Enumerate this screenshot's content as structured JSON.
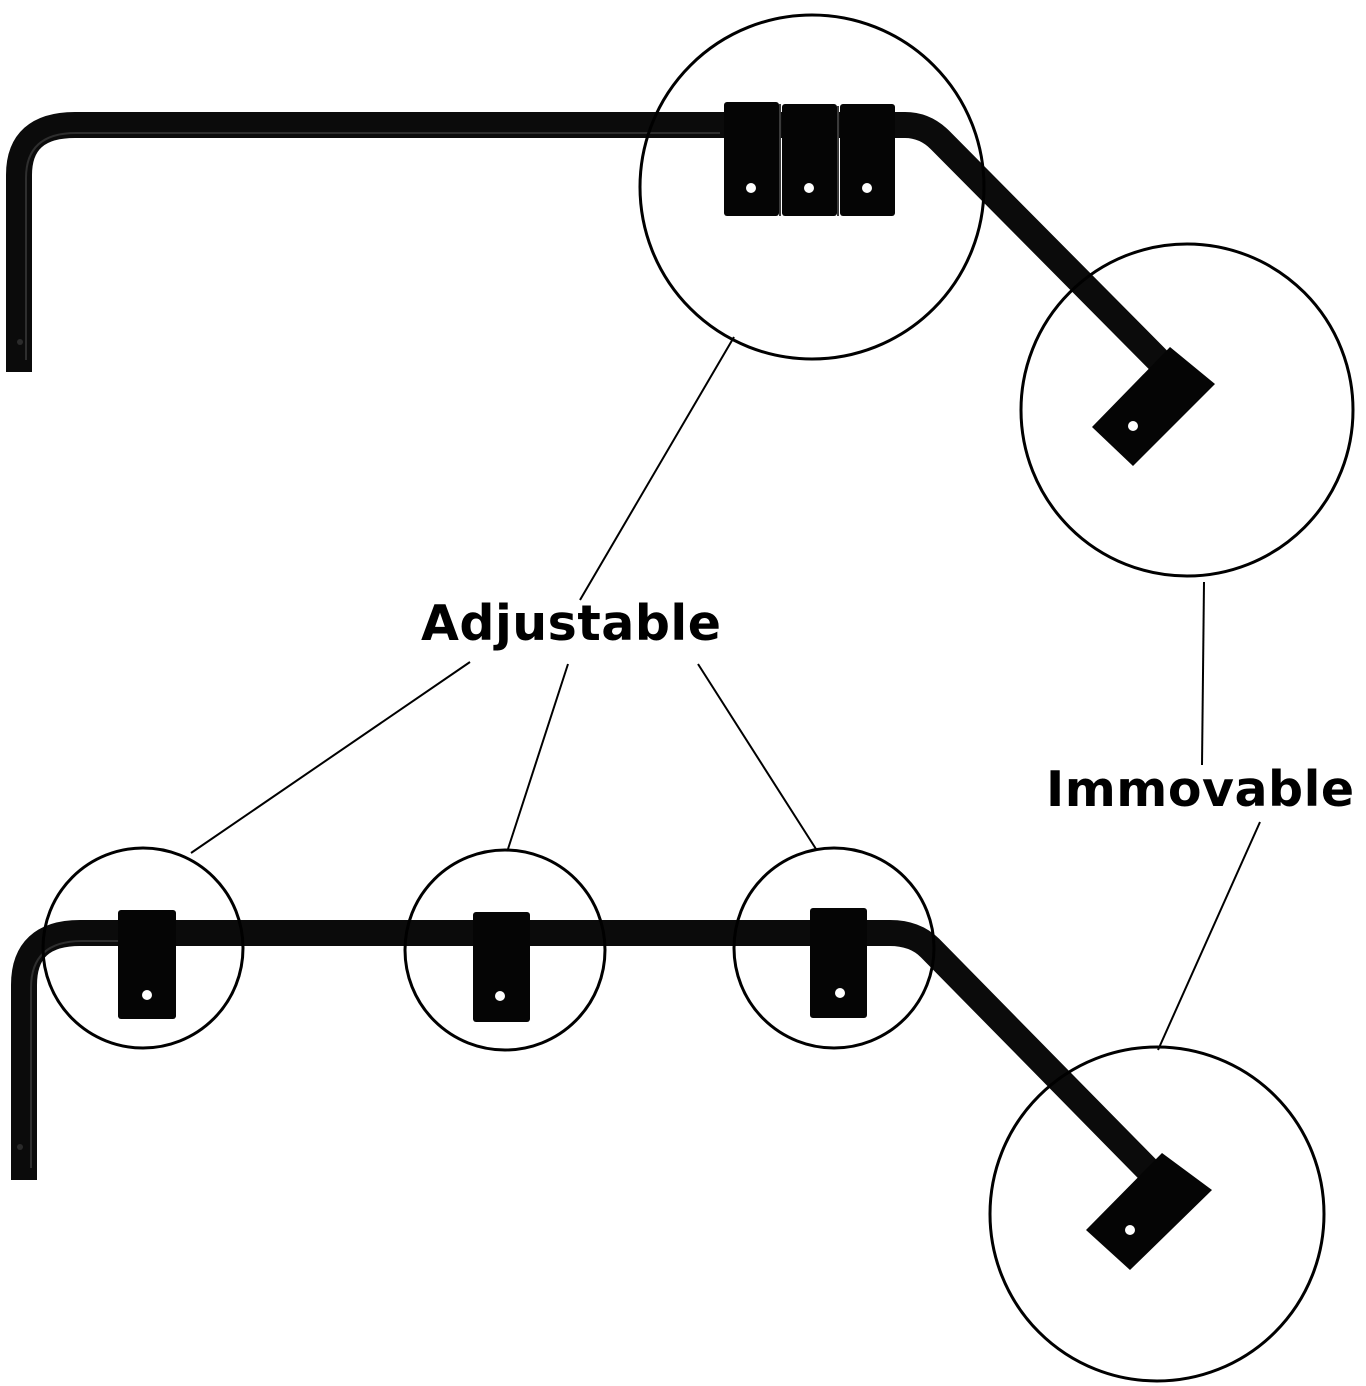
{
  "labels": {
    "adjustable": "Adjustable",
    "immovable": "Immovable"
  },
  "colors": {
    "background": "#ffffff",
    "rod": "#0b0b0b",
    "rod_highlight": "#2e2e2e",
    "bracket": "#050505",
    "callout_line": "#000000"
  },
  "parts": {
    "top_rod": {
      "adjustable_brackets": 3,
      "immovable_brackets": 1
    },
    "bottom_rod": {
      "adjustable_brackets": 3,
      "immovable_brackets": 1
    }
  }
}
